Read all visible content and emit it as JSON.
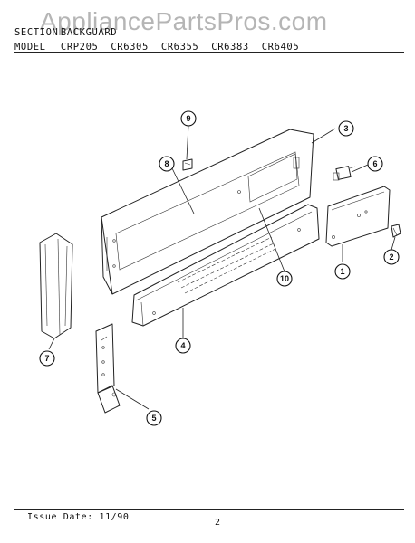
{
  "watermark": "AppliancePartsPros.com",
  "header": {
    "section_label": "SECTION",
    "section_value": "BACKGUARD",
    "model_label": "MODEL",
    "models": [
      "CRP205",
      "CR6305",
      "CR6355",
      "CR6383",
      "CR6405"
    ]
  },
  "callouts": [
    "1",
    "2",
    "3",
    "4",
    "5",
    "6",
    "7",
    "8",
    "9",
    "10"
  ],
  "footer": {
    "issue_date": "Issue Date: 11/90",
    "page_number": "2"
  }
}
